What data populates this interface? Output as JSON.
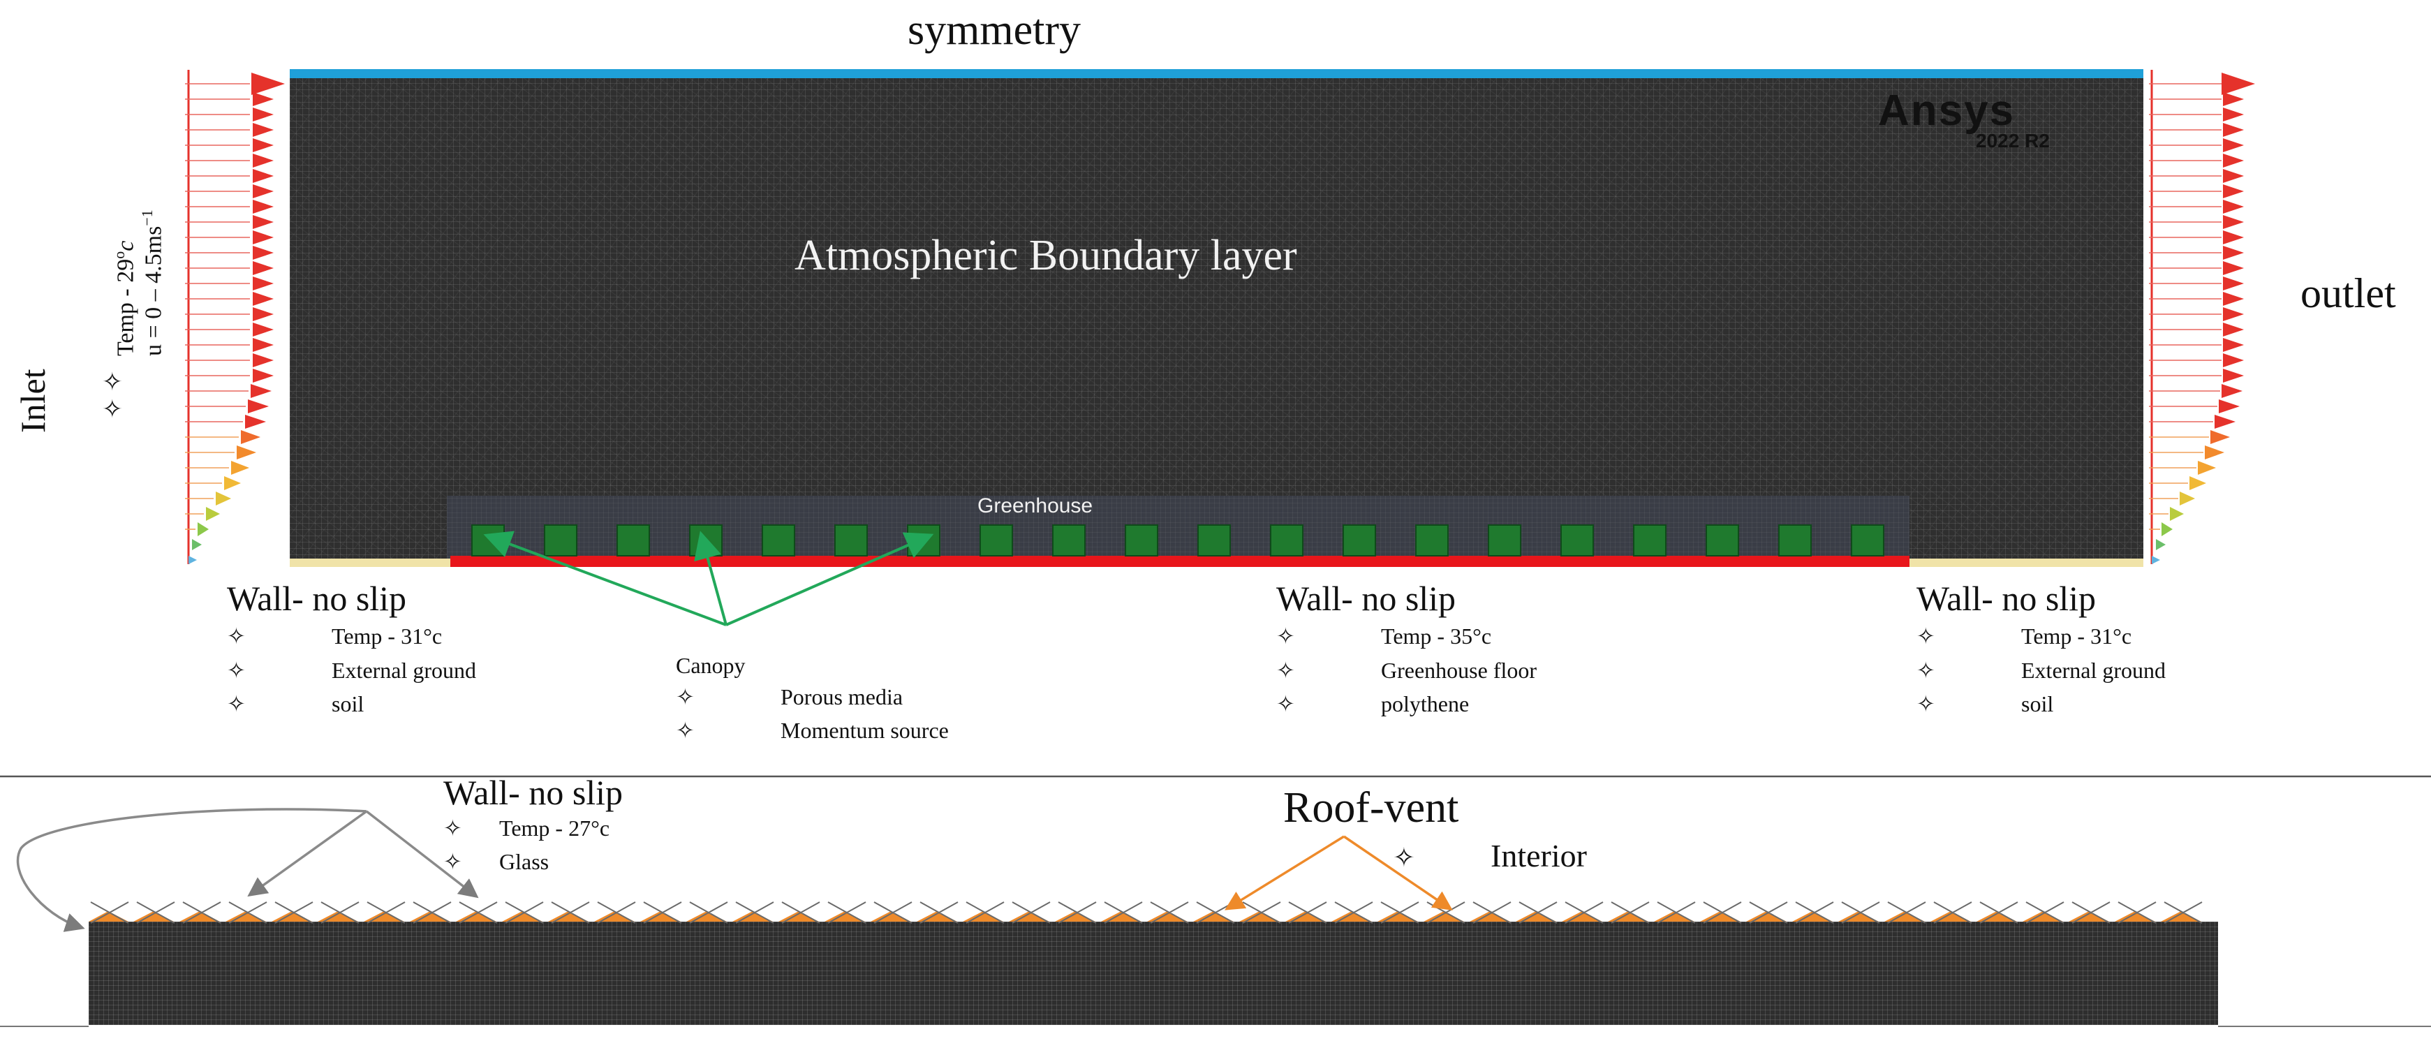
{
  "labels": {
    "symmetry": "symmetry",
    "outlet": "outlet",
    "inlet": "Inlet",
    "inlet_temp": "Temp - 29",
    "inlet_temp_unit": "o",
    "inlet_temp_c": "c",
    "inlet_velocity": "u = 0 – 4.5ms",
    "inlet_velocity_exp": "−1",
    "inlet_stars": "✧ ✧",
    "abl": "Atmospheric Boundary layer",
    "greenhouse": "Greenhouse",
    "ansys_logo": "Ansys",
    "ansys_version": "2022 R2"
  },
  "walls": {
    "left": {
      "title": "Wall- no slip",
      "items": [
        "Temp - 31°c",
        "External ground",
        "soil"
      ]
    },
    "center": {
      "title": "Wall- no slip",
      "items": [
        "Temp - 35°c",
        "Greenhouse floor",
        "polythene"
      ]
    },
    "right": {
      "title": "Wall- no slip",
      "items": [
        "Temp - 31°c",
        "External ground",
        "soil"
      ]
    }
  },
  "canopy": {
    "title": "Canopy",
    "items": [
      "Porous media",
      "Momentum source"
    ]
  },
  "bottom": {
    "wall_title": "Wall- no slip",
    "wall_items": [
      "Temp - 27°c",
      "Glass"
    ],
    "roof_vent": "Roof-vent",
    "interior": "Interior"
  },
  "colors": {
    "symmetry_line": "#1fa0d8",
    "floor_wall": "#e8161b",
    "ground_wall": "#f0e3a8",
    "mesh_dark": "#2f2f2f",
    "greenhouse_region": "#3a3d46",
    "canopy_block": "#1f7a2e",
    "canopy_arrow": "#22a85a",
    "roof_vent": "#ee8a2a",
    "glass_arrow": "#8a8a8a"
  },
  "icons": [
    "star-bullet-icon",
    "velocity-profile-arrow-icon",
    "pointer-arrow-icon"
  ]
}
